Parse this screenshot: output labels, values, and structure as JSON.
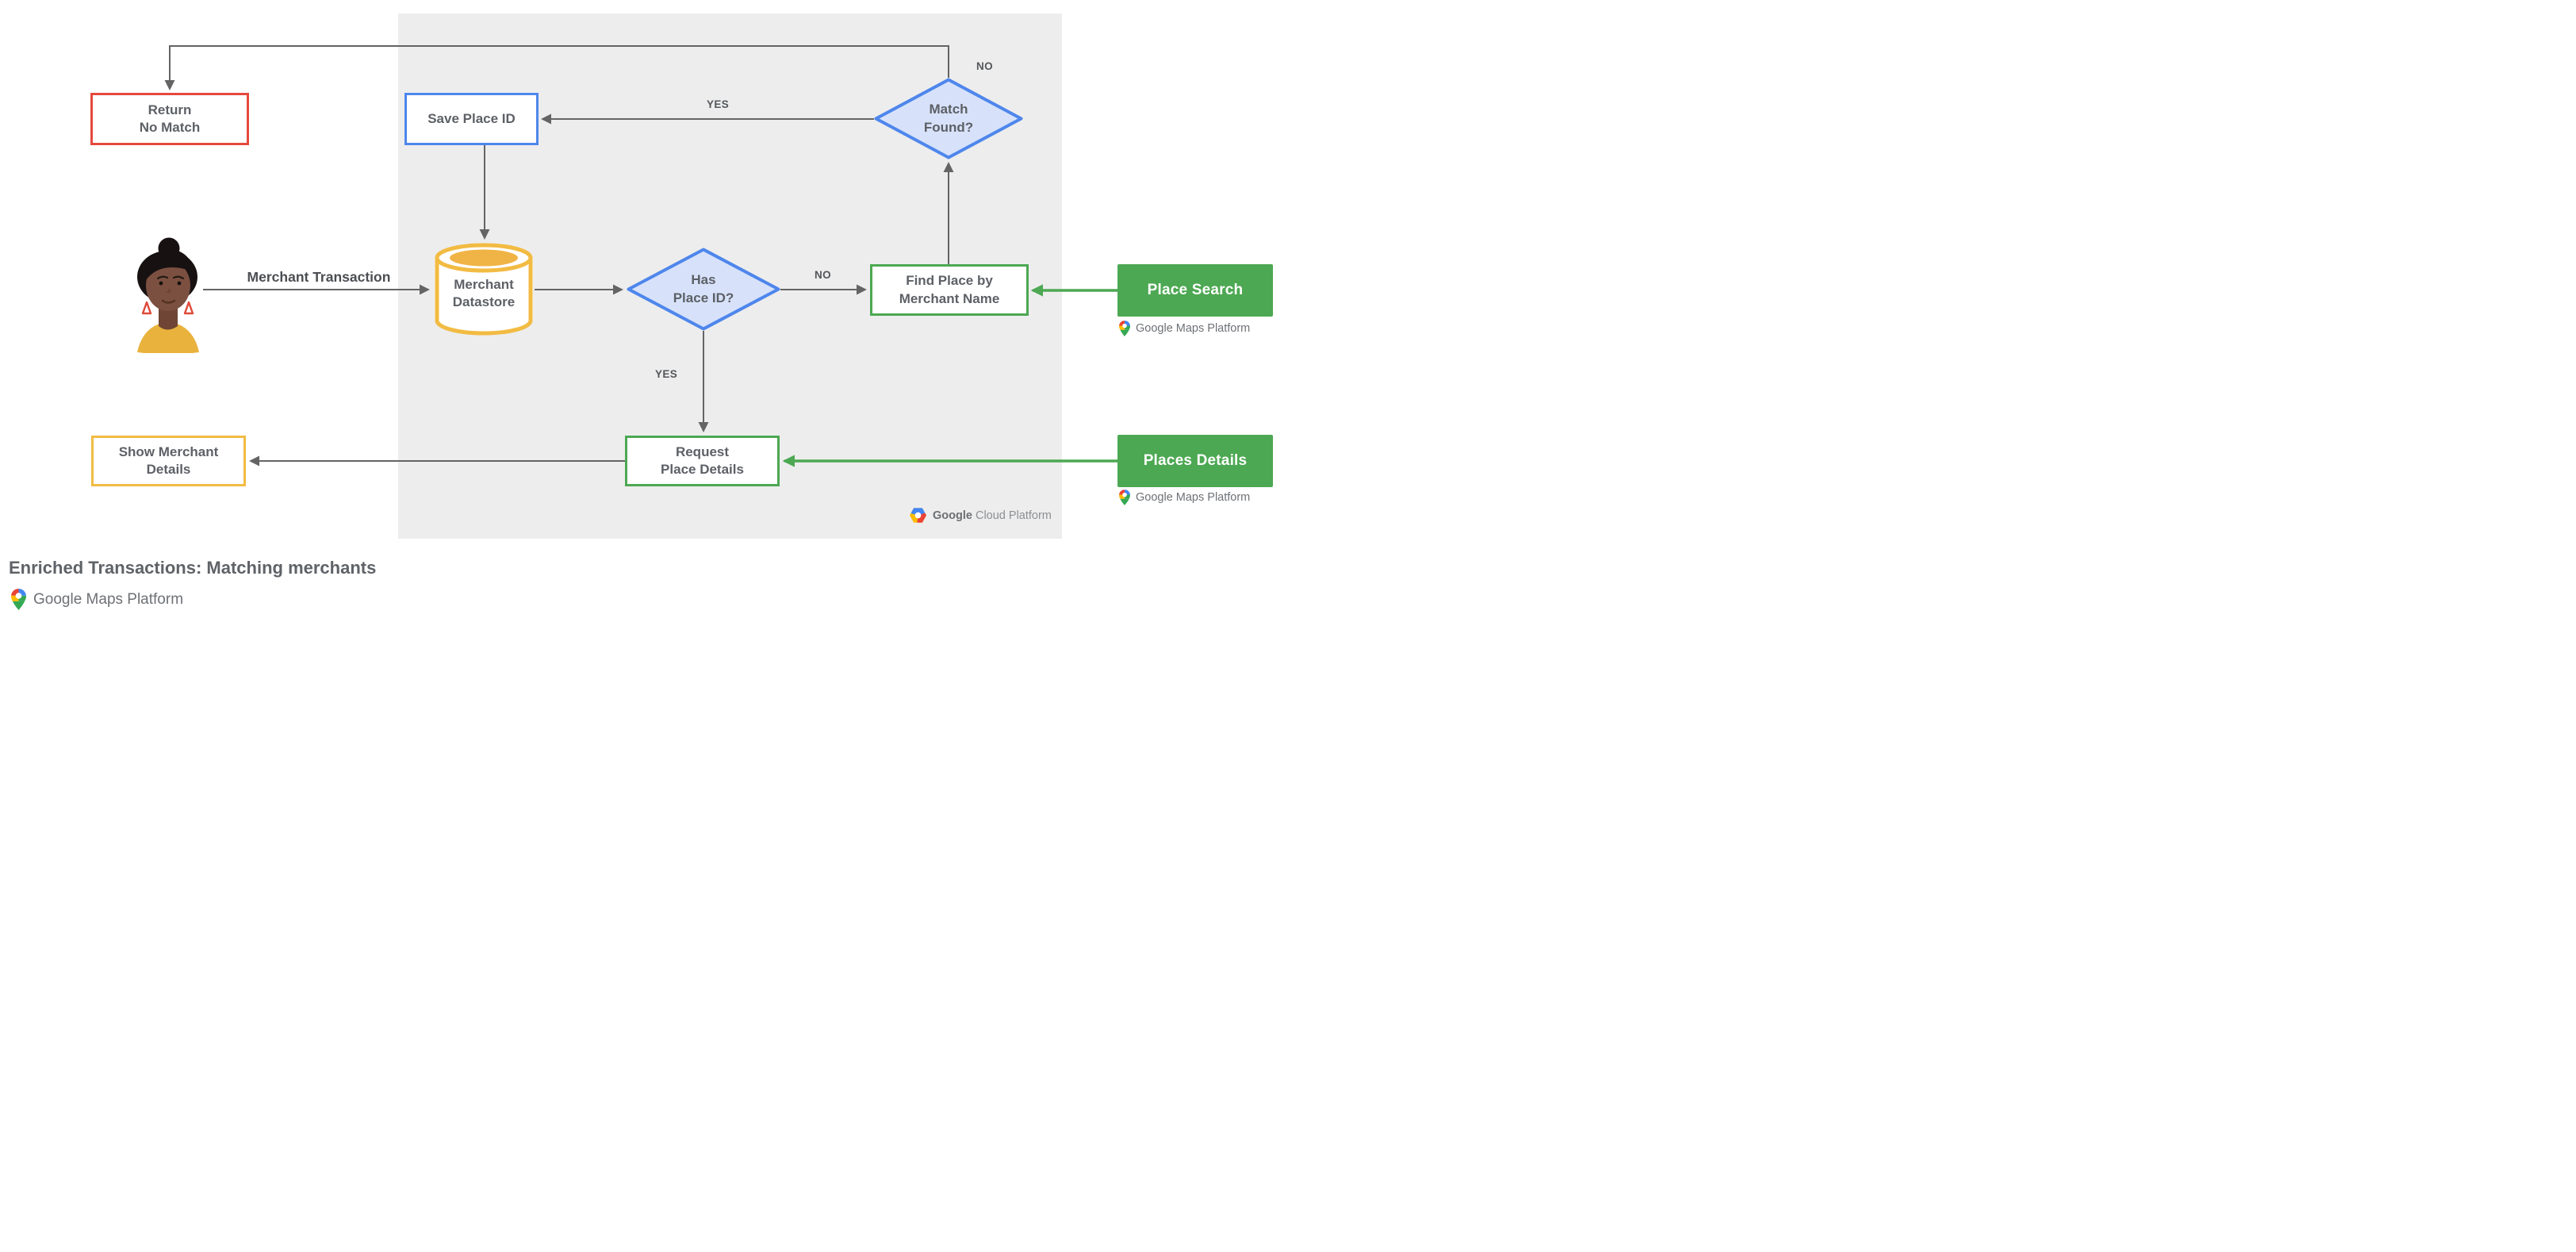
{
  "title": "Enriched Transactions: Matching merchants",
  "brand": {
    "maps_label": "Google Maps Platform",
    "cloud_google": "Google",
    "cloud_rest": "Cloud Platform"
  },
  "nodes": {
    "return_no_match": {
      "line1": "Return",
      "line2": "No Match"
    },
    "save_place_id": {
      "line1": "Save Place ID"
    },
    "match_found": {
      "line1": "Match",
      "line2": "Found?"
    },
    "merchant_datastore": {
      "line1": "Merchant",
      "line2": "Datastore"
    },
    "has_place_id": {
      "line1": "Has",
      "line2": "Place ID?"
    },
    "find_place": {
      "line1": "Find Place by",
      "line2": "Merchant Name"
    },
    "request_place_details": {
      "line1": "Request",
      "line2": "Place Details"
    },
    "show_merchant_details": {
      "line1": "Show Merchant",
      "line2": "Details"
    }
  },
  "badges": {
    "place_search": {
      "label": "Place Search"
    },
    "places_details": {
      "label": "Places Details"
    }
  },
  "edge_labels": {
    "match_found_no": "NO",
    "match_found_yes": "YES",
    "has_place_id_no": "NO",
    "has_place_id_yes": "YES",
    "merchant_transaction": "Merchant Transaction"
  },
  "icons": {
    "google_maps_pin": "multicolor-map-pin",
    "google_cloud_hexagon": "multicolor-hexagon",
    "merchant_avatar": "person-illustration"
  },
  "colors": {
    "panel": "#EDEDED",
    "red": "#E5493D",
    "blue": "#4E86EC",
    "blue_fill": "#D7E2FA",
    "yellow": "#F2BB42",
    "yellow_fill": "#F0B446",
    "green": "#4CA852",
    "line_gray": "#646464",
    "text": "#5D6066"
  }
}
